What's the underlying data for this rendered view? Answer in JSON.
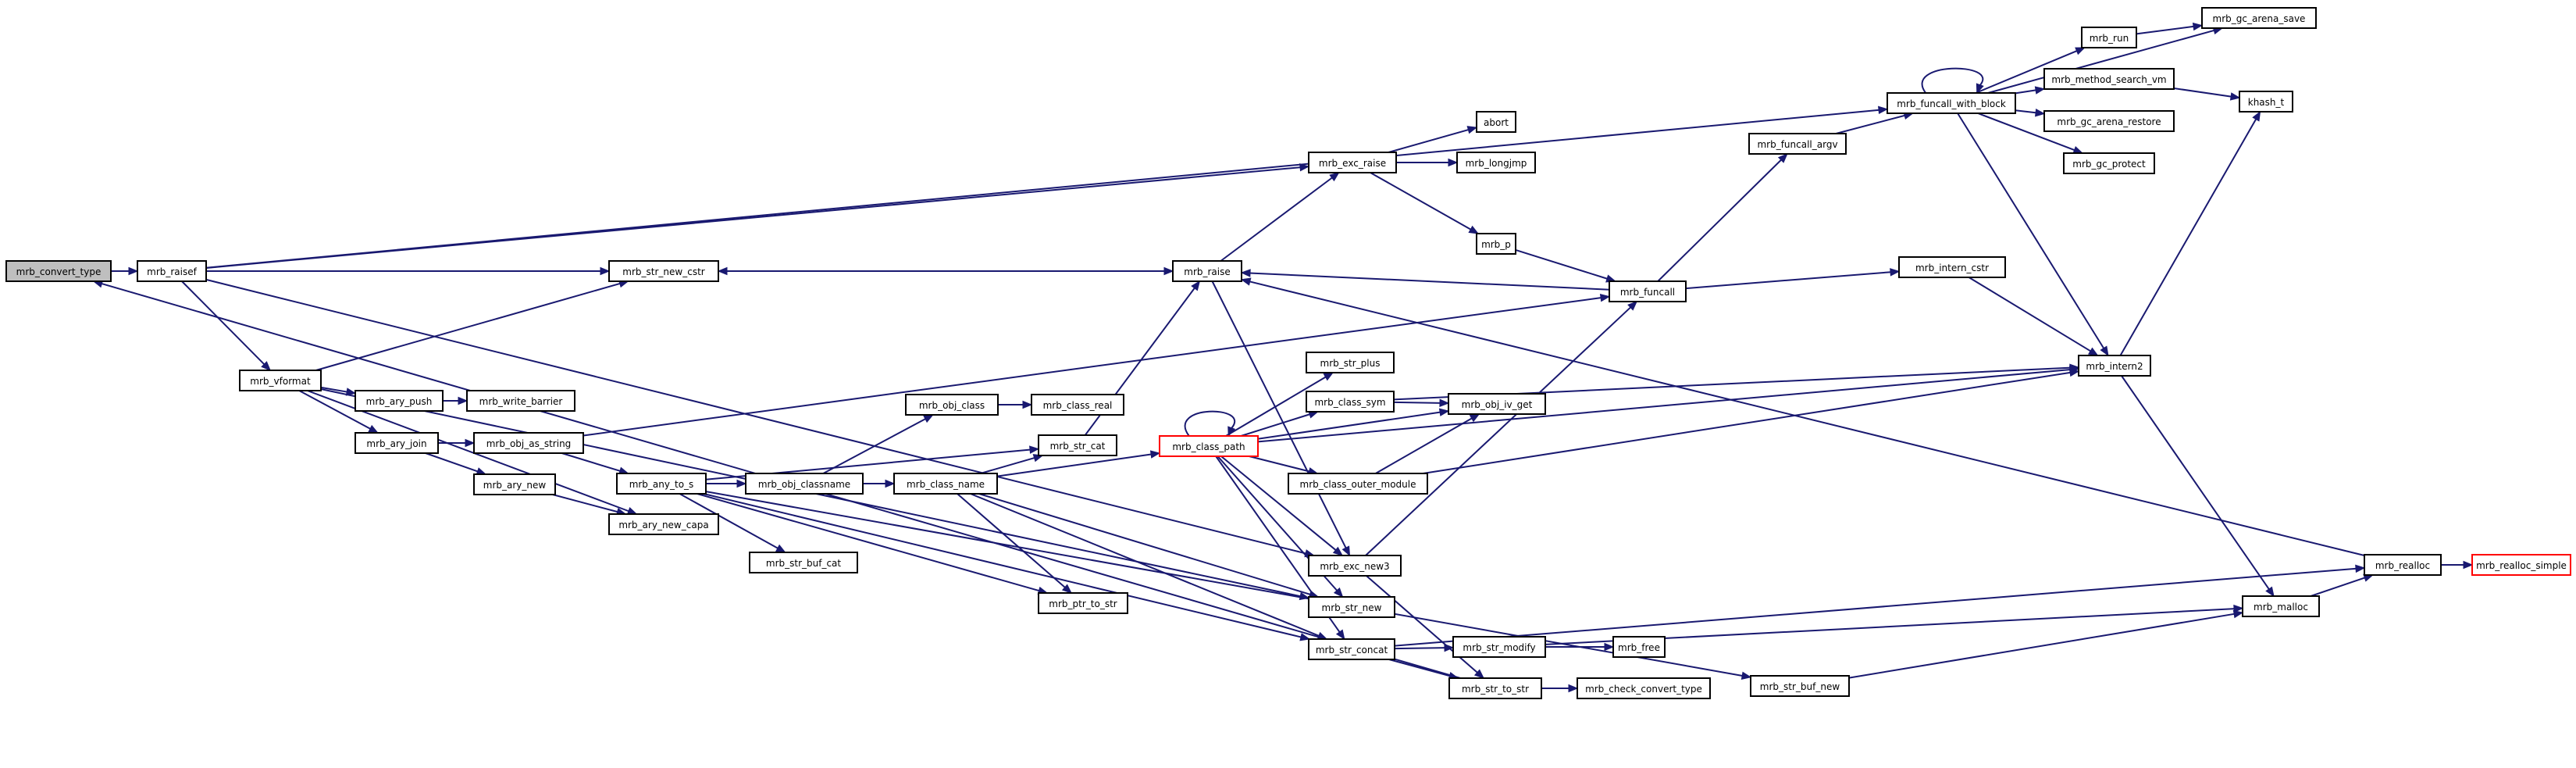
{
  "colors": {
    "edge": "#191970",
    "node_border": "#000000",
    "node_fill": "#ffffff",
    "root_fill": "#bfbfbf",
    "truncated_border": "#ff0000"
  },
  "nodes": {
    "mrb_convert_type": "mrb_convert_type",
    "mrb_raisef": "mrb_raisef",
    "mrb_vformat": "mrb_vformat",
    "mrb_str_new_cstr": "mrb_str_new_cstr",
    "mrb_raise": "mrb_raise",
    "mrb_exc_raise": "mrb_exc_raise",
    "abort": "abort",
    "mrb_longjmp": "mrb_longjmp",
    "mrb_p": "mrb_p",
    "mrb_funcall": "mrb_funcall",
    "mrb_funcall_argv": "mrb_funcall_argv",
    "mrb_funcall_with_block": "mrb_funcall_with_block",
    "mrb_run": "mrb_run",
    "mrb_gc_arena_save": "mrb_gc_arena_save",
    "mrb_method_search_vm": "mrb_method_search_vm",
    "khash_t": "khash_t",
    "mrb_gc_arena_restore": "mrb_gc_arena_restore",
    "mrb_gc_protect": "mrb_gc_protect",
    "mrb_intern_cstr": "mrb_intern_cstr",
    "mrb_intern2": "mrb_intern2",
    "mrb_ary_push": "mrb_ary_push",
    "mrb_write_barrier": "mrb_write_barrier",
    "mrb_ary_join": "mrb_ary_join",
    "mrb_obj_as_string": "mrb_obj_as_string",
    "mrb_ary_new": "mrb_ary_new",
    "mrb_ary_new_capa": "mrb_ary_new_capa",
    "mrb_any_to_s": "mrb_any_to_s",
    "mrb_obj_classname": "mrb_obj_classname",
    "mrb_obj_class": "mrb_obj_class",
    "mrb_class_real": "mrb_class_real",
    "mrb_class_name": "mrb_class_name",
    "mrb_str_cat": "mrb_str_cat",
    "mrb_class_path": "mrb_class_path",
    "mrb_str_plus": "mrb_str_plus",
    "mrb_class_sym": "mrb_class_sym",
    "mrb_obj_iv_get": "mrb_obj_iv_get",
    "mrb_class_outer_module": "mrb_class_outer_module",
    "mrb_str_buf_cat": "mrb_str_buf_cat",
    "mrb_ptr_to_str": "mrb_ptr_to_str",
    "mrb_exc_new3": "mrb_exc_new3",
    "mrb_str_new": "mrb_str_new",
    "mrb_str_concat": "mrb_str_concat",
    "mrb_str_modify": "mrb_str_modify",
    "mrb_free": "mrb_free",
    "mrb_str_to_str": "mrb_str_to_str",
    "mrb_check_convert_type": "mrb_check_convert_type",
    "mrb_str_buf_new": "mrb_str_buf_new",
    "mrb_realloc": "mrb_realloc",
    "mrb_realloc_simple": "mrb_realloc_simple",
    "mrb_malloc": "mrb_malloc"
  },
  "edges": [
    {
      "from": "mrb_convert_type",
      "to": "mrb_raisef"
    },
    {
      "from": "mrb_convert_type",
      "to": "mrb_str_new_cstr"
    },
    {
      "from": "mrb_raisef",
      "to": "mrb_vformat"
    },
    {
      "from": "mrb_raisef",
      "to": "mrb_exc_raise"
    },
    {
      "from": "mrb_raisef",
      "to": "mrb_exc_new3"
    },
    {
      "from": "mrb_raisef",
      "to": "mrb_funcall_with_block"
    },
    {
      "from": "mrb_vformat",
      "to": "mrb_ary_push"
    },
    {
      "from": "mrb_vformat",
      "to": "mrb_ary_join"
    },
    {
      "from": "mrb_vformat",
      "to": "mrb_str_new_cstr"
    },
    {
      "from": "mrb_vformat",
      "to": "mrb_ary_new_capa"
    },
    {
      "from": "mrb_vformat",
      "to": "mrb_str_new"
    },
    {
      "from": "mrb_str_new_cstr",
      "to": "mrb_raise"
    },
    {
      "from": "mrb_raise",
      "to": "mrb_str_new_cstr"
    },
    {
      "from": "mrb_raise",
      "to": "mrb_exc_raise"
    },
    {
      "from": "mrb_raise",
      "to": "mrb_exc_new3"
    },
    {
      "from": "mrb_exc_raise",
      "to": "abort"
    },
    {
      "from": "mrb_exc_raise",
      "to": "mrb_longjmp"
    },
    {
      "from": "mrb_exc_raise",
      "to": "mrb_p"
    },
    {
      "from": "mrb_p",
      "to": "mrb_funcall"
    },
    {
      "from": "mrb_funcall",
      "to": "mrb_raise"
    },
    {
      "from": "mrb_funcall",
      "to": "mrb_funcall_argv"
    },
    {
      "from": "mrb_funcall",
      "to": "mrb_intern_cstr"
    },
    {
      "from": "mrb_funcall_argv",
      "to": "mrb_funcall_with_block"
    },
    {
      "from": "mrb_funcall_with_block",
      "to": "mrb_funcall_with_block"
    },
    {
      "from": "mrb_funcall_with_block",
      "to": "mrb_run"
    },
    {
      "from": "mrb_funcall_with_block",
      "to": "mrb_gc_arena_save"
    },
    {
      "from": "mrb_funcall_with_block",
      "to": "mrb_method_search_vm"
    },
    {
      "from": "mrb_funcall_with_block",
      "to": "mrb_gc_arena_restore"
    },
    {
      "from": "mrb_funcall_with_block",
      "to": "mrb_gc_protect"
    },
    {
      "from": "mrb_funcall_with_block",
      "to": "mrb_intern2"
    },
    {
      "from": "mrb_run",
      "to": "mrb_gc_arena_save"
    },
    {
      "from": "mrb_method_search_vm",
      "to": "khash_t"
    },
    {
      "from": "mrb_intern_cstr",
      "to": "mrb_intern2"
    },
    {
      "from": "mrb_intern2",
      "to": "khash_t"
    },
    {
      "from": "mrb_intern2",
      "to": "mrb_malloc"
    },
    {
      "from": "mrb_ary_push",
      "to": "mrb_write_barrier"
    },
    {
      "from": "mrb_ary_join",
      "to": "mrb_obj_as_string"
    },
    {
      "from": "mrb_ary_join",
      "to": "mrb_ary_new"
    },
    {
      "from": "mrb_ary_new",
      "to": "mrb_ary_new_capa"
    },
    {
      "from": "mrb_obj_as_string",
      "to": "mrb_any_to_s"
    },
    {
      "from": "mrb_obj_as_string",
      "to": "mrb_funcall"
    },
    {
      "from": "mrb_any_to_s",
      "to": "mrb_obj_classname"
    },
    {
      "from": "mrb_any_to_s",
      "to": "mrb_str_cat"
    },
    {
      "from": "mrb_any_to_s",
      "to": "mrb_str_buf_cat"
    },
    {
      "from": "mrb_any_to_s",
      "to": "mrb_ptr_to_str"
    },
    {
      "from": "mrb_any_to_s",
      "to": "mrb_str_concat"
    },
    {
      "from": "mrb_any_to_s",
      "to": "mrb_str_buf_new"
    },
    {
      "from": "mrb_obj_classname",
      "to": "mrb_obj_class"
    },
    {
      "from": "mrb_obj_classname",
      "to": "mrb_class_name"
    },
    {
      "from": "mrb_obj_class",
      "to": "mrb_class_real"
    },
    {
      "from": "mrb_class_name",
      "to": "mrb_str_cat"
    },
    {
      "from": "mrb_class_name",
      "to": "mrb_class_path"
    },
    {
      "from": "mrb_class_name",
      "to": "mrb_ptr_to_str"
    },
    {
      "from": "mrb_class_name",
      "to": "mrb_str_new"
    },
    {
      "from": "mrb_class_name",
      "to": "mrb_str_concat"
    },
    {
      "from": "mrb_str_cat",
      "to": "mrb_raise"
    },
    {
      "from": "mrb_class_path",
      "to": "mrb_class_path"
    },
    {
      "from": "mrb_class_path",
      "to": "mrb_str_plus"
    },
    {
      "from": "mrb_class_path",
      "to": "mrb_class_sym"
    },
    {
      "from": "mrb_class_path",
      "to": "mrb_obj_iv_get"
    },
    {
      "from": "mrb_class_path",
      "to": "mrb_class_outer_module"
    },
    {
      "from": "mrb_class_path",
      "to": "mrb_intern2"
    },
    {
      "from": "mrb_class_path",
      "to": "mrb_str_new"
    },
    {
      "from": "mrb_class_path",
      "to": "mrb_str_concat"
    },
    {
      "from": "mrb_class_path",
      "to": "mrb_exc_new3"
    },
    {
      "from": "mrb_class_sym",
      "to": "mrb_obj_iv_get"
    },
    {
      "from": "mrb_class_sym",
      "to": "mrb_intern2"
    },
    {
      "from": "mrb_class_outer_module",
      "to": "mrb_obj_iv_get"
    },
    {
      "from": "mrb_class_outer_module",
      "to": "mrb_intern2"
    },
    {
      "from": "mrb_exc_new3",
      "to": "mrb_funcall"
    },
    {
      "from": "mrb_exc_new3",
      "to": "mrb_str_to_str"
    },
    {
      "from": "mrb_str_concat",
      "to": "mrb_str_modify"
    },
    {
      "from": "mrb_str_concat",
      "to": "mrb_str_to_str"
    },
    {
      "from": "mrb_str_concat",
      "to": "mrb_realloc"
    },
    {
      "from": "mrb_str_modify",
      "to": "mrb_free"
    },
    {
      "from": "mrb_str_modify",
      "to": "mrb_malloc"
    },
    {
      "from": "mrb_str_to_str",
      "to": "mrb_check_convert_type"
    },
    {
      "from": "mrb_str_to_str",
      "to": "mrb_convert_type"
    },
    {
      "from": "mrb_str_buf_new",
      "to": "mrb_malloc"
    },
    {
      "from": "mrb_malloc",
      "to": "mrb_realloc"
    },
    {
      "from": "mrb_realloc",
      "to": "mrb_realloc_simple"
    },
    {
      "from": "mrb_realloc",
      "to": "mrb_raise"
    }
  ]
}
